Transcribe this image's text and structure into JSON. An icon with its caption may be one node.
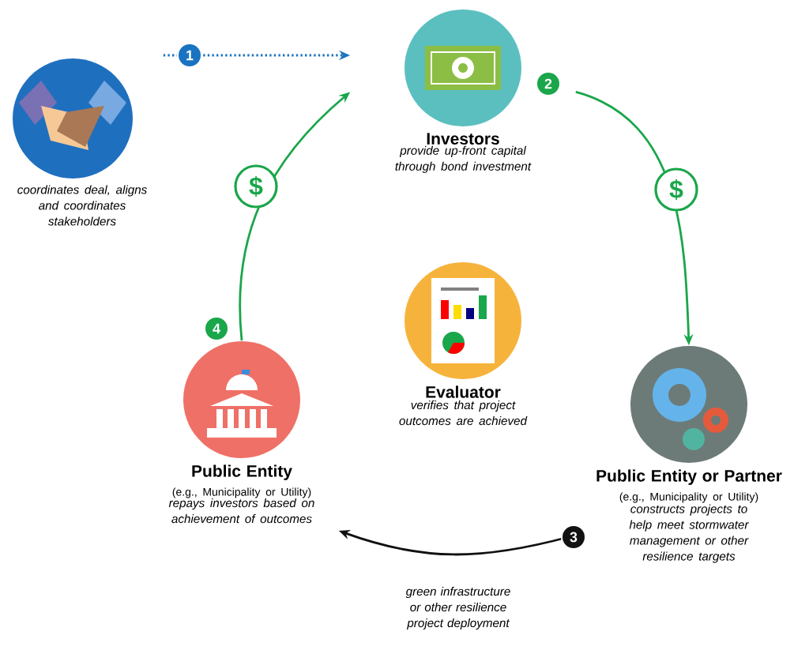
{
  "diagram": {
    "nodes": [
      {
        "text": [
          "coordinates deal, aligns and coordinates stakeholders"
        ]
      },
      {
        "text": [
          "Investors",
          "provide up-front capital through bond investment"
        ]
      },
      {
        "text": [
          "Evaluator",
          "verifies that project outcomes are achieved"
        ]
      },
      {
        "text": [
          "Public Entity",
          "(e.g., Municipality or Utility)",
          "repays investors based on achievement of outcomes"
        ]
      },
      {
        "text": [
          "Public Entity or Partner",
          "(e.g., Municipality or Utility)",
          "constructs projects to help meet stormwater management or other resilience targets"
        ]
      }
    ],
    "edges": [
      {
        "from": 0,
        "to": 1,
        "arrow": "to",
        "label": "1",
        "style": "dashed",
        "color": "#1a73c0"
      },
      {
        "from": 1,
        "to": 4,
        "arrow": "to",
        "label": "2"
      },
      {
        "from": 4,
        "to": 3,
        "arrow": "to",
        "label": "3",
        "color": "#111111"
      },
      {
        "from": 3,
        "to": 1,
        "arrow": "to",
        "label": "4"
      }
    ],
    "labels": [
      "$",
      "$",
      "green infrastructure or other resilience project deployment"
    ]
  }
}
